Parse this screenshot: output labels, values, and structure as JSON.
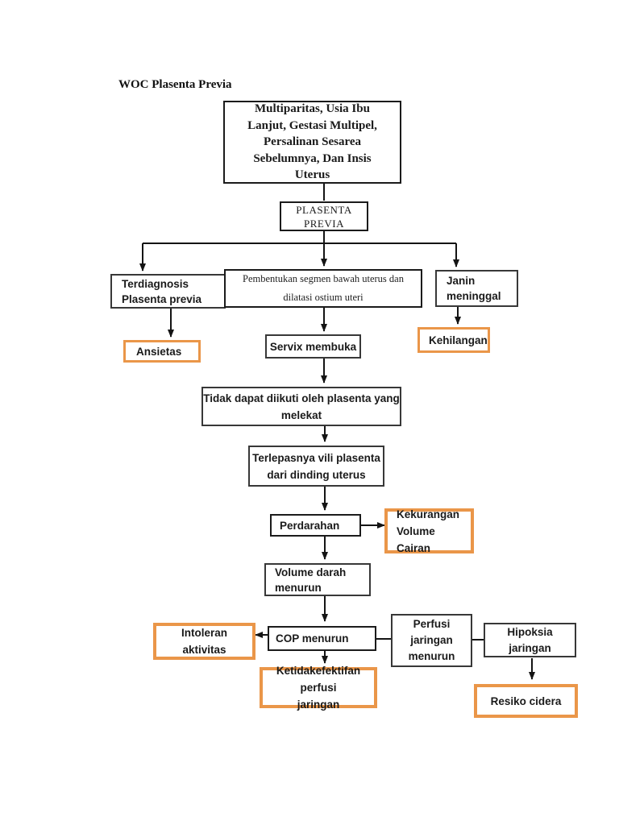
{
  "page": {
    "title": "WOC Plasenta Previa",
    "background_color": "#ffffff"
  },
  "colors": {
    "highlight_border": "#ea9649",
    "box_border": "#383838",
    "connector": "#141414"
  },
  "flowchart": {
    "nodes": {
      "risk_factors": {
        "label": "Multiparitas, Usia Ibu\nLanjut, Gestasi Multipel,\nPersalinan Sesarea\nSebelumnya, Dan Insis\nUterus",
        "highlighted": false
      },
      "plasenta_previa": {
        "label": "PLASENTA\nPREVIA",
        "highlighted": false
      },
      "terdiagnosis": {
        "label": "Terdiagnosis\nPlasenta previa",
        "highlighted": false
      },
      "pembentukan": {
        "label": "Pembentukan segmen bawah uterus dan\ndilatasi ostium uteri",
        "highlighted": false
      },
      "janin_meninggal": {
        "label": "Janin\nmeninggal",
        "highlighted": false
      },
      "ansietas": {
        "label": "Ansietas",
        "highlighted": true
      },
      "servix_membuka": {
        "label": "Servix membuka",
        "highlighted": false
      },
      "kehilangan": {
        "label": "Kehilangan",
        "highlighted": true
      },
      "tidak_dapat": {
        "label": "Tidak dapat diikuti oleh plasenta yang\nmelekat",
        "highlighted": false
      },
      "terlepasnya": {
        "label": "Terlepasnya vili plasenta\ndari dinding uterus",
        "highlighted": false
      },
      "perdarahan": {
        "label": "Perdarahan",
        "highlighted": false
      },
      "kekurangan": {
        "label": "Kekurangan\nVolume Cairan",
        "highlighted": true
      },
      "volume_darah": {
        "label": "Volume darah\nmenurun",
        "highlighted": false
      },
      "intoleran": {
        "label": "Intoleran\naktivitas",
        "highlighted": true
      },
      "cop_menurun": {
        "label": "COP menurun",
        "highlighted": false
      },
      "perfusi": {
        "label": "Perfusi\njaringan\nmenurun",
        "highlighted": false
      },
      "hipoksia": {
        "label": "Hipoksia\njaringan",
        "highlighted": false
      },
      "ketidakefektifan": {
        "label": "Ketidakefektifan perfusi\njaringan",
        "highlighted": true
      },
      "resiko_cidera": {
        "label": "Resiko cidera",
        "highlighted": true
      }
    }
  }
}
